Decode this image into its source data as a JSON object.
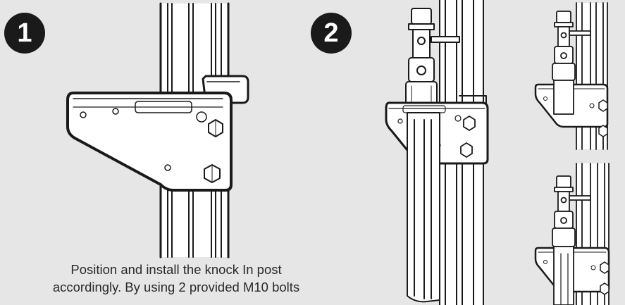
{
  "steps": [
    {
      "number": "1"
    },
    {
      "number": "2"
    }
  ],
  "caption": {
    "line1": "Position and install the knock In post",
    "line2": "accordingly. By using 2 provided M10 bolts"
  },
  "colors": {
    "background": "#e6e6e6",
    "ink": "#1a1a1a",
    "part_fill": "#ffffff"
  }
}
